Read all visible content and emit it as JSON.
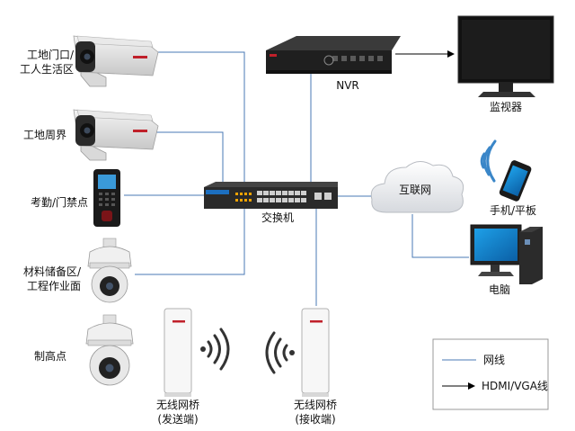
{
  "devices": {
    "camera_gate": {
      "label_line1": "工地门口/",
      "label_line2": "工人生活区"
    },
    "camera_perimeter": {
      "label": "工地周界"
    },
    "attendance": {
      "label": "考勤/门禁点"
    },
    "dome_storage": {
      "label_line1": "材料储备区/",
      "label_line2": "工程作业面"
    },
    "dome_high": {
      "label": "制高点"
    },
    "bridge_send": {
      "label_line1": "无线网桥",
      "label_line2": "(发送端)"
    },
    "bridge_recv": {
      "label_line1": "无线网桥",
      "label_line2": "(接收端)"
    },
    "switch": {
      "label": "交换机"
    },
    "nvr": {
      "label": "NVR"
    },
    "monitor": {
      "label": "监视器"
    },
    "internet": {
      "label": "互联网"
    },
    "phone": {
      "label": "手机/平板"
    },
    "pc": {
      "label": "电脑"
    }
  },
  "legend": {
    "network": "网线",
    "hdmi": "HDMI/VGA线"
  },
  "colors": {
    "network_line": "#4a78b4",
    "hdmi_line": "#000000",
    "wifi_icon": "#3a86c8"
  }
}
